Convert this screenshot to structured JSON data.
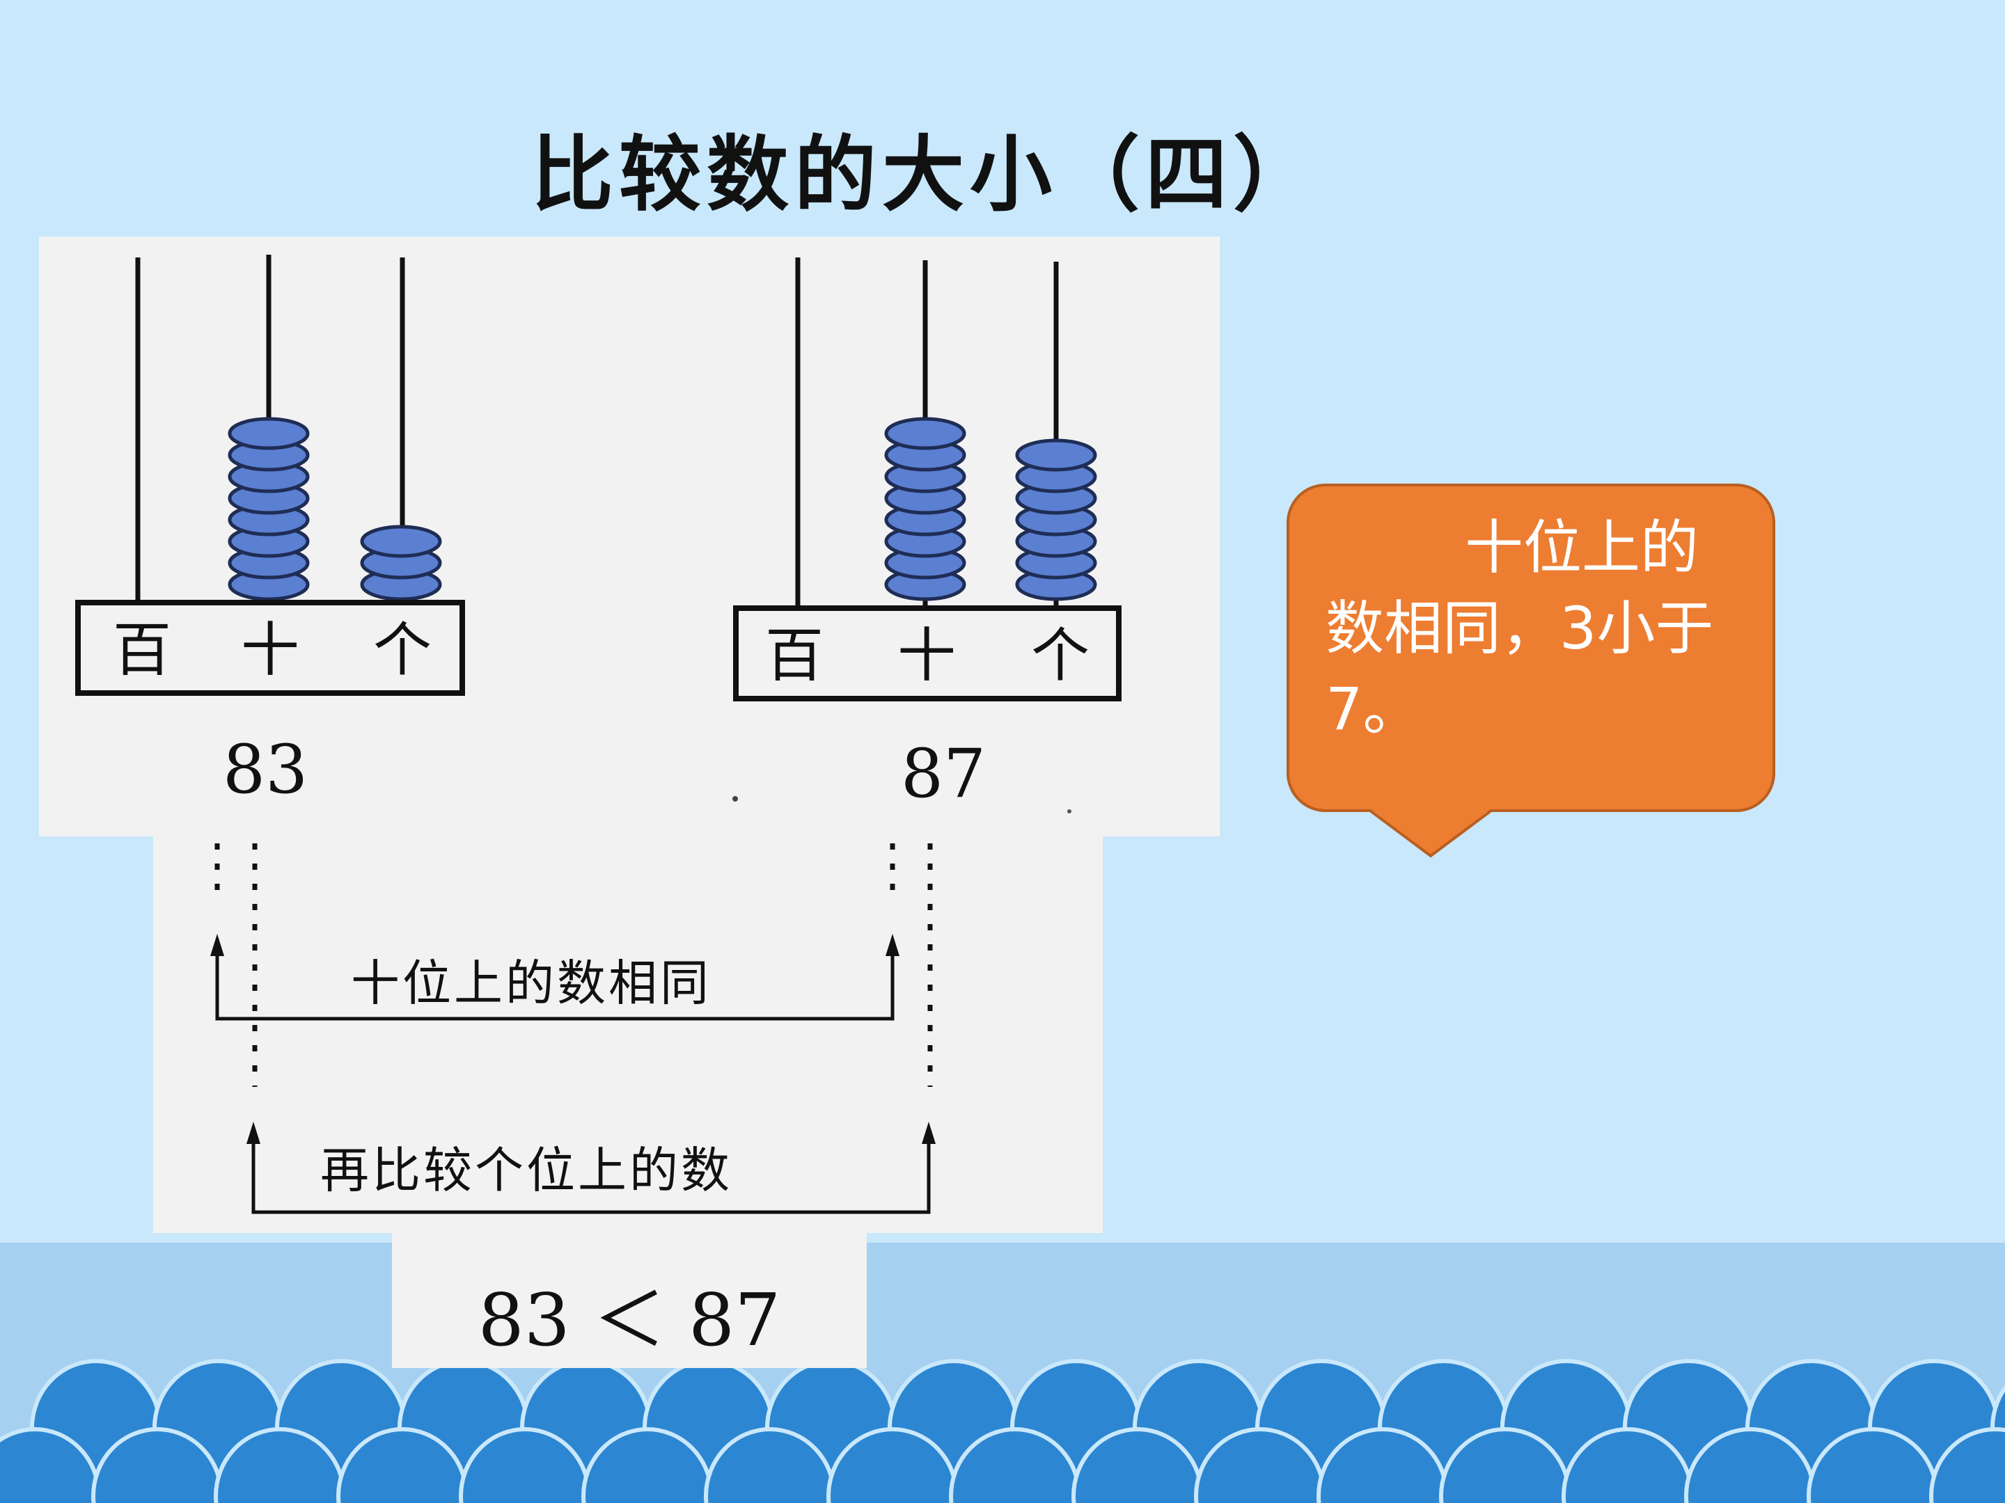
{
  "slide": {
    "title": "比较数的大小（四）"
  },
  "abacus_left": {
    "places": [
      "百",
      "十",
      "个"
    ],
    "beads": {
      "hundreds": 0,
      "tens": 8,
      "ones": 3
    },
    "number": "83"
  },
  "abacus_right": {
    "places": [
      "百",
      "十",
      "个"
    ],
    "beads": {
      "hundreds": 0,
      "tens": 8,
      "ones": 7
    },
    "number": "87"
  },
  "steps": {
    "step1": "十位上的数相同",
    "step2": "再比较个位上的数"
  },
  "result": "83 ＜ 87",
  "callout": {
    "text": "十位上的数相同，3小于7。"
  },
  "colors": {
    "background": "#c9e8fb",
    "bead": "#5b7fd1",
    "callout": "#ed7d31",
    "wave": "#2d86d1"
  }
}
